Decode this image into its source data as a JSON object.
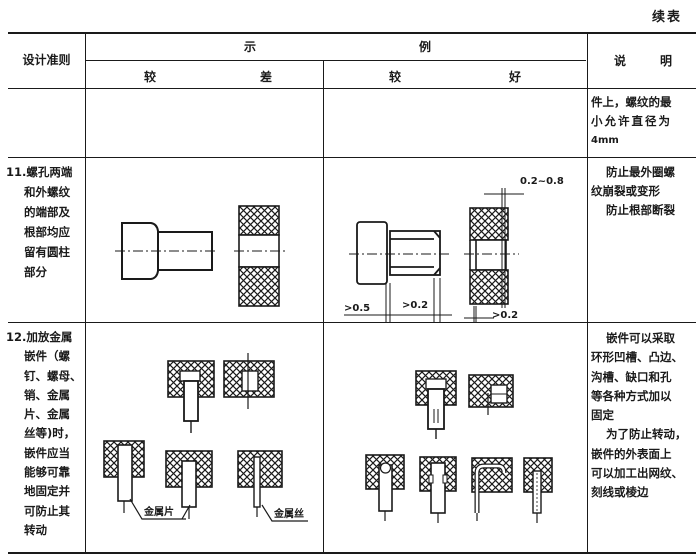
{
  "caption": "续表",
  "header": {
    "criterion": "设计准则",
    "example_left": "示",
    "example_right": "例",
    "worse_a": "较",
    "worse_b": "差",
    "better_a": "较",
    "better_b": "好",
    "note_a": "说",
    "note_b": "明"
  },
  "rows": [
    {
      "criterion_lines": [],
      "note_lines": [
        "件上，螺纹的最",
        "小允许直径为",
        "4mm"
      ]
    },
    {
      "criterion_lines": [
        "11.螺孔两端",
        "和外螺纹",
        "的端部及",
        "根部均应",
        "留有圆柱",
        "部分"
      ],
      "note_lines": [
        "防止最外圈螺",
        "纹崩裂或变形",
        "防止根部断裂"
      ],
      "figure_labels": {
        "dim_top": "0.2~0.8",
        "dim_head": ">0.5",
        "dim_thread": ">0.2",
        "dim_hole": ">0.2"
      }
    },
    {
      "criterion_lines": [
        "12.加放金属",
        "嵌件（螺",
        "钉、螺母、",
        "销、金属",
        "片、金属",
        "丝等)时，",
        "嵌件应当",
        "能够可靠",
        "地固定并",
        "可防止其",
        "转动"
      ],
      "note_lines": [
        "嵌件可以采取",
        "环形凹槽、凸边、",
        "沟槽、缺口和孔",
        "等各种方式加以",
        "固定",
        "为了防止转动，",
        "嵌件的外表面上",
        "可以加工出网纹、",
        "刻线或棱边"
      ],
      "figure_labels": {
        "sheet_label": "金属片",
        "wire_label": "金属丝"
      }
    }
  ]
}
